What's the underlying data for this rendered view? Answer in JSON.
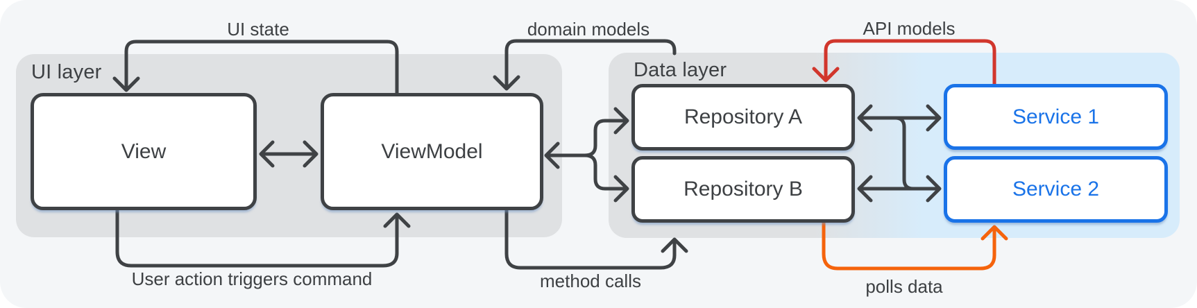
{
  "diagram": {
    "layers": {
      "ui": {
        "label": "UI layer"
      },
      "data": {
        "label": "Data layer"
      }
    },
    "boxes": {
      "view": {
        "label": "View"
      },
      "viewmodel": {
        "label": "ViewModel"
      },
      "repository_a": {
        "label": "Repository A"
      },
      "repository_b": {
        "label": "Repository B"
      },
      "service_1": {
        "label": "Service 1"
      },
      "service_2": {
        "label": "Service 2"
      }
    },
    "arrows": {
      "ui_state": {
        "label": "UI state"
      },
      "user_action": {
        "label": "User action triggers command"
      },
      "domain_models": {
        "label": "domain models"
      },
      "method_calls": {
        "label": "method calls"
      },
      "api_models": {
        "label": "API models"
      },
      "polls_data": {
        "label": "polls data"
      }
    },
    "colors": {
      "arrow_dark": "#3f4245",
      "text_dark": "#3d4043",
      "arrow_red": "#d1362c",
      "arrow_orange": "#f5630c",
      "service_blue": "#1a73e8",
      "band_gray": "#dfe1e3",
      "band_blue": "#d7ecfb",
      "panel_bg": "#f4f6f8"
    }
  }
}
